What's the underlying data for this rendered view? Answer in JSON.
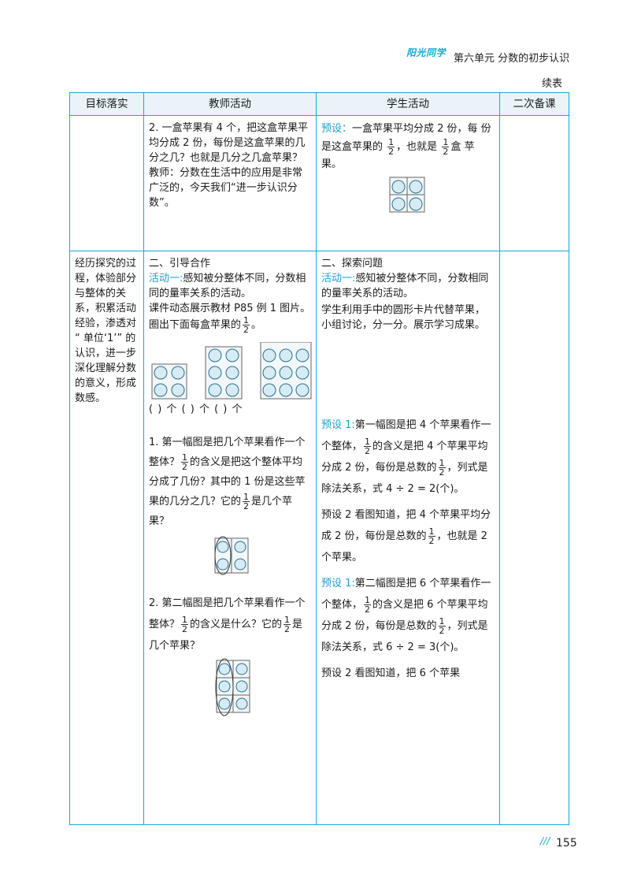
{
  "header": {
    "logo": "阳光同学",
    "unit_title": "第六单元 分数的初步认识",
    "continued": "续表"
  },
  "table": {
    "columns": [
      "目标落实",
      "教师活动",
      "学生活动",
      "二次备课"
    ],
    "row1": {
      "teacher_1": "2. 一盒苹果有 4 个，把这盒苹果平均分成 2 份，每份是这盒苹果的几分之几？也就是几分之几盒苹果？",
      "teacher_2": "教师：分数在生活中的应用是非常广泛的，今天我们“进一步认识分数”。",
      "student_label": "预设：",
      "student_1a": "一盒苹果平均分成 2 份，每 份是这盒苹果的",
      "student_1b": "，也就是",
      "student_1c": "盒 苹果。"
    },
    "row2": {
      "goal": "经历探究的过程，体验部分与整体的关系，积累活动经验，渗透对 “ 单位‘1’” 的认识，进一步深化理解分数的意义，形成数感。",
      "t_heading": "二、引导合作",
      "t_act_label": "活动一:",
      "t_act_text": "感知被分整体不同，分数相同的量率关系的活动。",
      "t_line1": "课件动态展示教材 P85 例 1 图片。圈出下面每盒苹果的",
      "t_blanks": "(      ) 个 (      ) 个 (      ) 个",
      "t_q1a": "1. 第一幅图是把几个苹果看作一个整体？",
      "t_q1b": "的含义是把这个整体平均分成了几份？其中的 1 份是这些苹果的几分之几？它的",
      "t_q1c": "是几个苹果？",
      "t_q2a": "2. 第二幅图是把几个苹果看作一个整体？",
      "t_q2b": "的含义是什么？它的",
      "t_q2c": "是几个苹果？",
      "s_heading": "二、探索问题",
      "s_act_label": "活动一:",
      "s_act_text": "感知被分整体不同，分数相同的量率关系的活动。",
      "s_line1": "学生利用手中的圆形卡片代替苹果，小组讨论，分一分。展示学习成果。",
      "s_p1_label": "预设 1:",
      "s_p1_a": "第一幅图是把 4 个苹果看作一个整体，",
      "s_p1_b": "的含义是把 4 个苹果平均分成 2 份，每份是总数的",
      "s_p1_c": "，列式是除法关系，式 4 ÷ 2 = 2(个)。",
      "s_p2_a": "预设 2 看图知道，把 4 个苹果平均分成 2 份，每份是总数的",
      "s_p2_b": "，也就是 2 个苹果。",
      "s_p3_label": "预设 1:",
      "s_p3_a": "第二幅图是把 6 个苹果看作一个整体，",
      "s_p3_b": "的含义是把 6 个苹果平均分成 2 份，每份是总数的",
      "s_p3_c": "，列式是除法关系，式 6 ÷ 2 = 3(个)。",
      "s_p4_a": "预设 2 看图知道，把 6 个苹果"
    },
    "fraction": {
      "numerator": "1",
      "denominator": "2"
    }
  },
  "footer": {
    "page_number": "155",
    "mark": "///"
  },
  "colors": {
    "accent": "#1a9fd0",
    "border": "#1aa7d8",
    "header_bg": "#e9f3f8"
  }
}
